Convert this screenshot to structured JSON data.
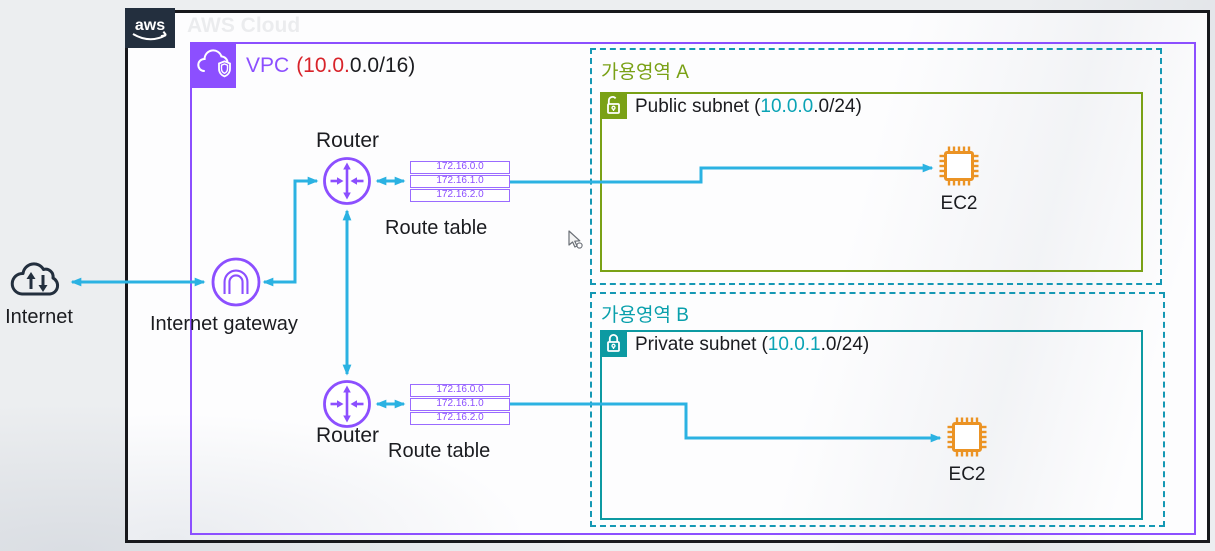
{
  "brand": {
    "logo_text": "aws",
    "ghost_title": "AWS Cloud"
  },
  "colors": {
    "vpc_purple": "#8C4FFF",
    "arrow_cyan": "#2bb2e2",
    "zone_a_green": "#7aa116",
    "zone_b_teal": "#0d9aa2",
    "zone_dash_teal": "#1598b4",
    "ec2_orange": "#eb9324",
    "cidr_red": "#d8232a",
    "cidr_teal": "#0aa3b5",
    "frame_ink": "#17181c",
    "logo_navy": "#232f3e"
  },
  "internet": {
    "label": "Internet"
  },
  "internet_gateway": {
    "label": "Internet gateway"
  },
  "vpc": {
    "name": "VPC",
    "cidr_red_part": "(10.0.",
    "cidr_black_part": "0.0/16)"
  },
  "router_top": {
    "label": "Router"
  },
  "router_bottom": {
    "label": "Router"
  },
  "route_table_top": {
    "label": "Route table"
  },
  "route_table_bottom": {
    "label": "Route table"
  },
  "route_entries": [
    "172.16.0.0",
    "172.16.1.0",
    "172.16.2.0"
  ],
  "zone_a": {
    "title": "가용영역 A",
    "subnet_name": "Public subnet",
    "cidr_open": "(",
    "cidr_teal": "10.0.0",
    "cidr_rest": ".0/24)",
    "ec2_label": "EC2"
  },
  "zone_b": {
    "title": "가용영역 B",
    "subnet_name": "Private subnet",
    "cidr_open": "(",
    "cidr_teal": "10.0.1",
    "cidr_rest": ".0/24)",
    "ec2_label": "EC2"
  }
}
